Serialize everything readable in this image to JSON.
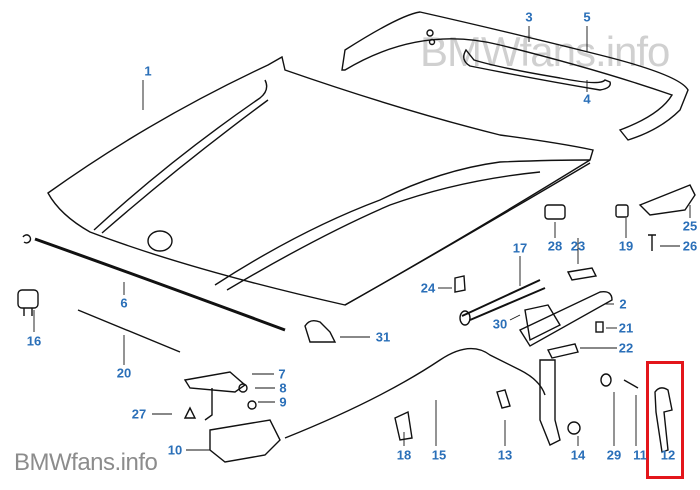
{
  "watermark": "BMWfans.info",
  "labels": {
    "p1": "1",
    "p2": "2",
    "p3": "3",
    "p4": "4",
    "p5": "5",
    "p6": "6",
    "p7": "7",
    "p8": "8",
    "p9": "9",
    "p10": "10",
    "p11": "11",
    "p12": "12",
    "p13": "13",
    "p14": "14",
    "p15": "15",
    "p16": "16",
    "p17": "17",
    "p18": "18",
    "p19": "19",
    "p20": "20",
    "p21": "21",
    "p22": "22",
    "p23": "23",
    "p24": "24",
    "p25": "25",
    "p26": "26",
    "p27": "27",
    "p28": "28",
    "p29": "29",
    "p30": "30",
    "p31": "31"
  },
  "highlighted_part": "12",
  "colors": {
    "label": "#2a6fb8",
    "highlight": "#e3161b"
  }
}
